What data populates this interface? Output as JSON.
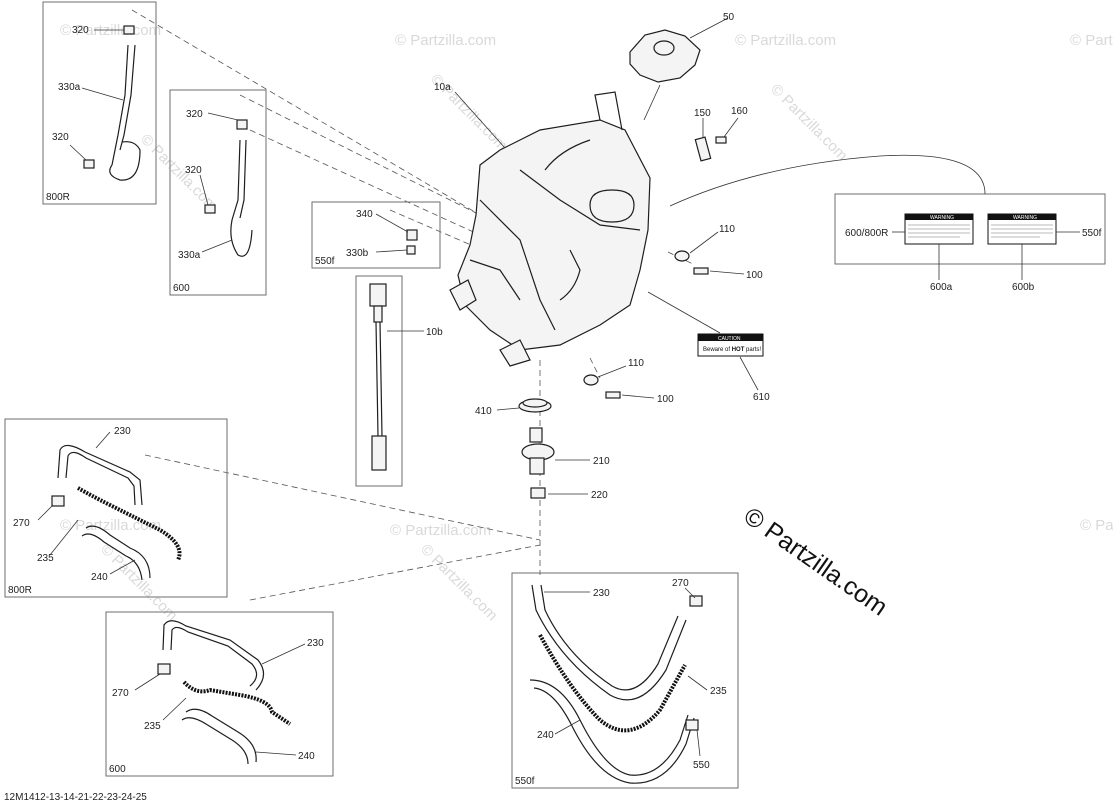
{
  "watermark": "© Partzilla.com",
  "brand_watermark": "© Partzilla.com",
  "drawing_number": "12M1412-13-14-21-22-23-24-25",
  "boxes": {
    "box_800r_top": "800R",
    "box_600_top": "600",
    "box_550f_small": "550f",
    "box_800r_hoses": "800R",
    "box_600_hoses": "600",
    "box_550f_hoses": "550f"
  },
  "callouts": {
    "c50": "50",
    "c10a": "10a",
    "c10b": "10b",
    "c150": "150",
    "c160": "160",
    "c110_top": "110",
    "c100_top": "100",
    "c110_bot": "110",
    "c100_bot": "100",
    "c610": "610",
    "c410": "410",
    "c210": "210",
    "c220": "220",
    "c320_a": "320",
    "c330a_a": "330a",
    "c320_b": "320",
    "c320_c": "320",
    "c320_d": "320",
    "c330a_b": "330a",
    "c340": "340",
    "c330b": "330b",
    "c230_a": "230",
    "c270_a": "270",
    "c235_a": "235",
    "c240_a": "240",
    "c230_b": "230",
    "c270_b": "270",
    "c235_b": "235",
    "c240_b": "240",
    "c230_c": "230",
    "c270_c": "270",
    "c235_c": "235",
    "c240_c": "240",
    "c550_c": "550",
    "c600_800r": "600/800R",
    "c550f_decal": "550f",
    "c600a": "600a",
    "c600b": "600b"
  },
  "decals": {
    "hot_title": "CAUTION",
    "hot_text_a": "Beware of ",
    "hot_text_b": "HOT",
    "hot_text_c": " parts!",
    "warning_title": "WARNING"
  }
}
